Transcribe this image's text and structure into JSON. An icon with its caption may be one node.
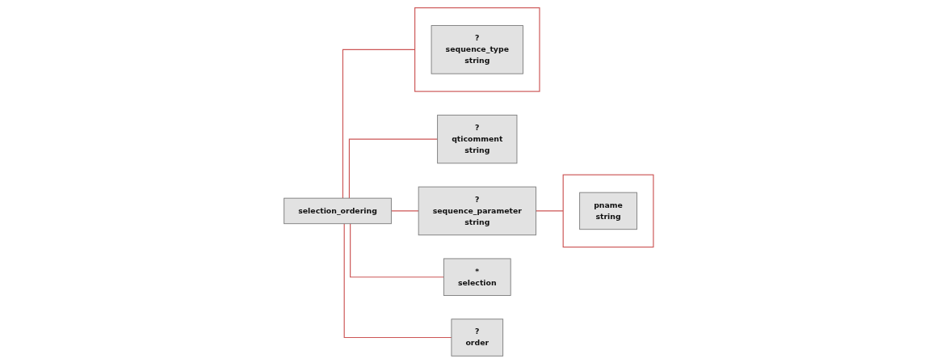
{
  "diagram": {
    "nodes": [
      {
        "text": [
          "selection_ordering"
        ]
      },
      {
        "text": [],
        "shape": "box"
      },
      {
        "text": [
          "?",
          "sequence_type",
          "string"
        ],
        "in": 1
      },
      {
        "text": [
          "?",
          "qticomment",
          "string"
        ]
      },
      {
        "text": [
          "?",
          "sequence_parameter",
          "string"
        ]
      },
      {
        "text": [
          "*",
          "selection"
        ]
      },
      {
        "text": [
          "?",
          "order"
        ]
      },
      {
        "text": [],
        "shape": "box"
      },
      {
        "text": [
          "pname",
          "string"
        ],
        "in": 7
      }
    ],
    "edges": [
      {
        "from": 0,
        "to": 1,
        "arrow": "none"
      },
      {
        "from": 0,
        "to": 3,
        "arrow": "none"
      },
      {
        "from": 0,
        "to": 4,
        "arrow": "none"
      },
      {
        "from": 0,
        "to": 5,
        "arrow": "none"
      },
      {
        "from": 0,
        "to": 6,
        "arrow": "none"
      },
      {
        "from": 4,
        "to": 7,
        "arrow": "none"
      }
    ]
  }
}
